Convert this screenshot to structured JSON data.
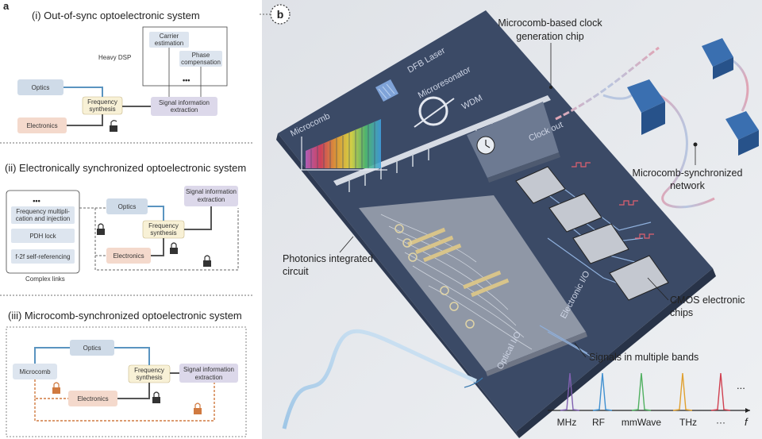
{
  "panel_a": {
    "letter": "a",
    "sec1": {
      "title": "(i) Out-of-sync optoelectronic system",
      "heavy_dsp": "Heavy DSP",
      "carrier1": "Carrier",
      "carrier2": "estimation",
      "phase1": "Phase",
      "phase2": "compensation",
      "dots": "•••",
      "optics": "Optics",
      "freq1": "Frequency",
      "freq2": "synthesis",
      "electronics": "Electronics",
      "signal1": "Signal information",
      "signal2": "extraction"
    },
    "sec2": {
      "title": "(ii) Electronically synchronized optoelectronic system",
      "dots": "•••",
      "fm1": "Frequency multipli-",
      "fm2": "cation and injection",
      "pdh": "PDH lock",
      "f2f": "f-2f self-referencing",
      "complex": "Complex links",
      "optics": "Optics",
      "freq1": "Frequency",
      "freq2": "synthesis",
      "electronics": "Electronics",
      "signal1": "Signal information",
      "signal2": "extraction"
    },
    "sec3": {
      "title": "(iii) Microcomb-synchronized optoelectronic system",
      "optics": "Optics",
      "microcomb": "Microcomb",
      "freq1": "Frequency",
      "freq2": "synthesis",
      "signal1": "Signal information",
      "signal2": "extraction",
      "electronics": "Electronics"
    }
  },
  "panel_b": {
    "letter": "b",
    "dfb": "DFB Laser",
    "microresonator": "Microresonator",
    "wdm": "WDM",
    "microcomb": "Microcomb",
    "clock_chip1": "Microcomb-based clock",
    "clock_chip2": "generation chip",
    "network1": "Microcomb-synchronized",
    "network2": "network",
    "pic1": "Photonics integrated",
    "pic2": "circuit",
    "cmos1": "CMOS electronic",
    "cmos2": "chips",
    "electronic_io": "Electronic I/O",
    "optical_io": "Optical I/O",
    "signals": "Signals in multiple bands",
    "ellipsis": "...",
    "bands": [
      "MHz",
      "RF",
      "mmWave",
      "THz",
      "···"
    ],
    "f_axis": "f",
    "clock_out": "Clock out"
  }
}
